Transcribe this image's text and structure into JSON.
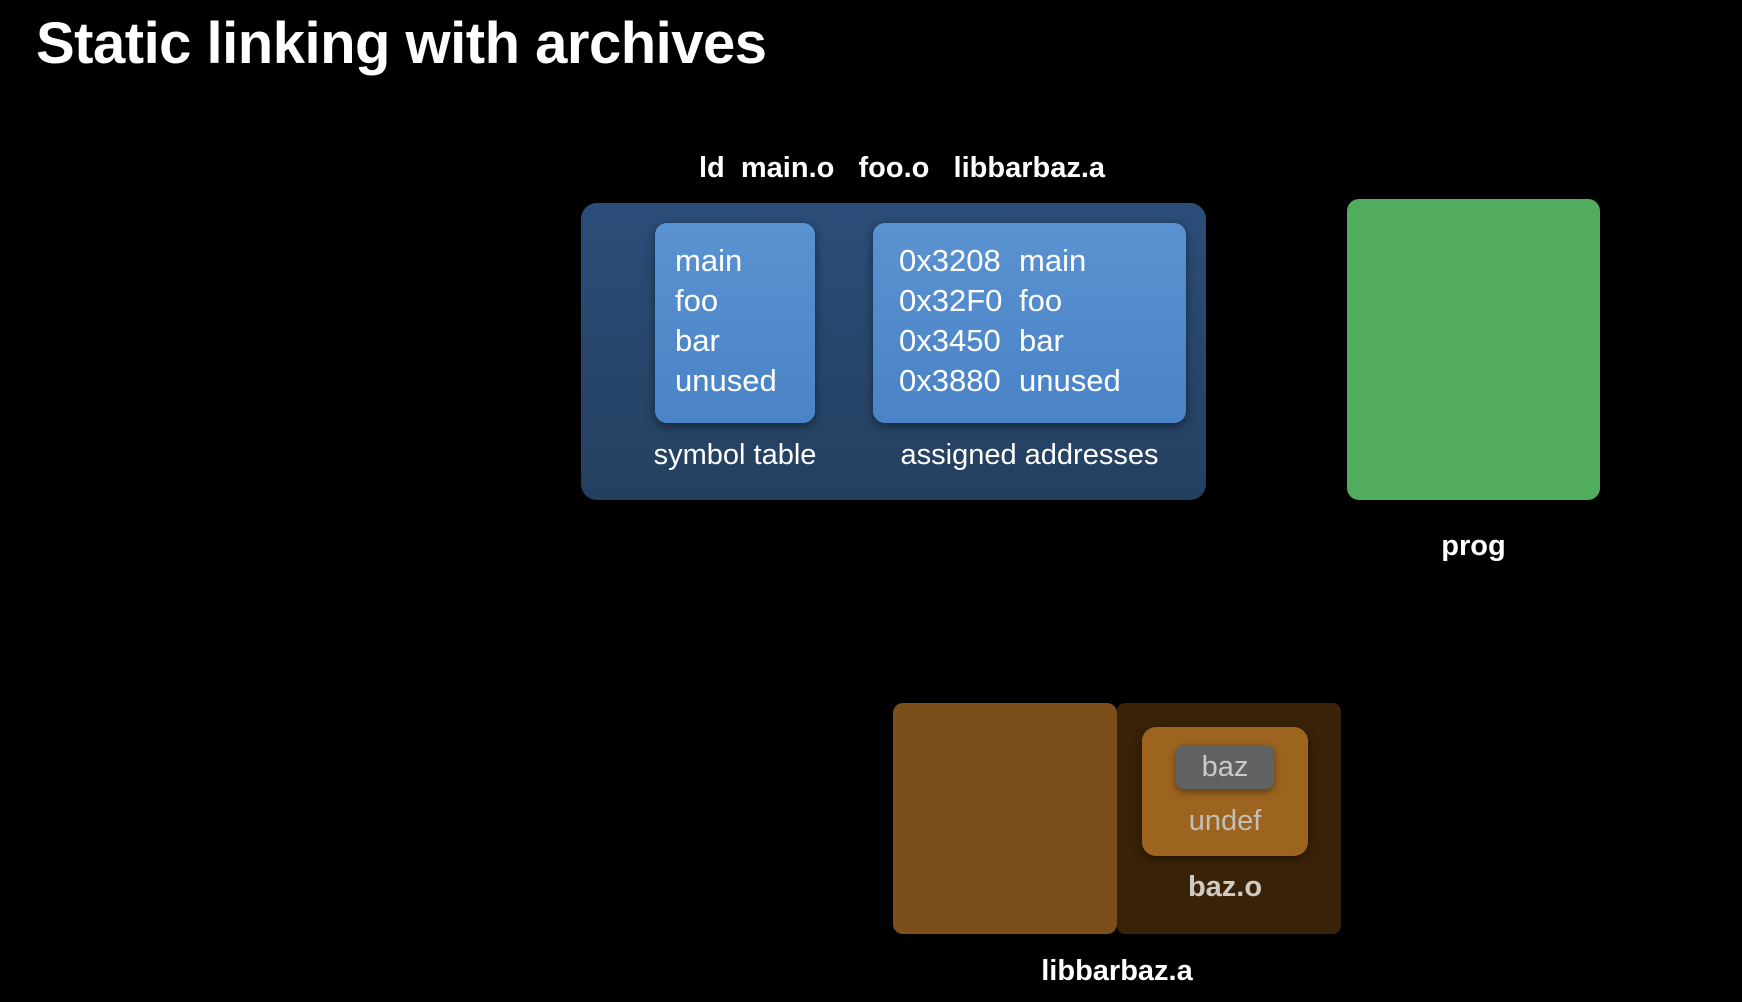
{
  "slide": {
    "title": "Static linking with archives",
    "background_color": "#000000"
  },
  "command": {
    "text": "ld  main.o   foo.o   libbarbaz.a"
  },
  "linker_panel": {
    "panel_color": "#2b4d79",
    "box_color": "#4a83c6",
    "symbol_table": {
      "caption": "symbol table",
      "symbols": [
        "main",
        "foo",
        "bar",
        "unused"
      ]
    },
    "assigned_addresses": {
      "caption": "assigned addresses",
      "rows": [
        {
          "address": "0x3208",
          "symbol": "main"
        },
        {
          "address": "0x32F0",
          "symbol": "foo"
        },
        {
          "address": "0x3450",
          "symbol": "bar"
        },
        {
          "address": "0x3880",
          "symbol": "unused"
        }
      ]
    }
  },
  "output": {
    "label": "prog",
    "color": "#52ac5e"
  },
  "archive": {
    "label": "libbarbaz.a",
    "left_color": "#7c4e19",
    "right_color": "#3a2209",
    "member": {
      "caption": "baz.o",
      "symbol_chip": "baz",
      "symbol_state": "undef",
      "member_color": "#9d6420",
      "chip_color": "#5f6163"
    }
  }
}
